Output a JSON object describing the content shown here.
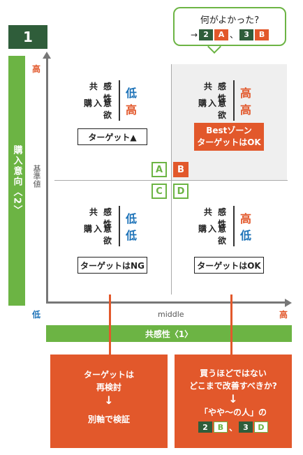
{
  "badge": "1",
  "bubble": {
    "question": "何がよかった?",
    "arrow": "→",
    "chips": [
      "2",
      "A",
      "、",
      "3",
      "B"
    ]
  },
  "axes": {
    "y_label": "購入意向〈2〉",
    "x_label": "共感性〈1〉",
    "y_high": "高",
    "y_low": "低",
    "x_high": "高",
    "x_mid": "middle",
    "baseline": "基準値"
  },
  "quadrants": {
    "top_left": {
      "empathy_key": "共 感 性",
      "empathy_val": "低",
      "intent_key": "購入意欲",
      "intent_val": "高",
      "box": "ターゲット▲"
    },
    "top_right": {
      "empathy_key": "共 感 性",
      "empathy_val": "高",
      "intent_key": "購入意欲",
      "intent_val": "高",
      "box_line1": "Bestゾーン",
      "box_line2": "ターゲットはOK"
    },
    "bottom_left": {
      "empathy_key": "共 感 性",
      "empathy_val": "低",
      "intent_key": "購入意欲",
      "intent_val": "低",
      "box": "ターゲットはNG"
    },
    "bottom_right": {
      "empathy_key": "共 感 性",
      "empathy_val": "高",
      "intent_key": "購入意欲",
      "intent_val": "低",
      "box": "ターゲットはOK"
    }
  },
  "cells": {
    "a": "A",
    "b": "B",
    "c": "C",
    "d": "D"
  },
  "left_callout": {
    "line1": "ターゲットは",
    "line2": "再検討",
    "arrow": "↓",
    "line3": "別軸で検証"
  },
  "right_callout": {
    "line1": "買うほどではない",
    "line2": "どこまで改善すべきか?",
    "arrow": "↓",
    "line3": "「やや〜の人」の",
    "chips": [
      "2",
      "B",
      "、",
      "3",
      "D"
    ]
  },
  "colors": {
    "dark_green": "#2f5d3a",
    "green": "#6cb444",
    "orange": "#e2582b",
    "blue": "#1e73b8"
  }
}
